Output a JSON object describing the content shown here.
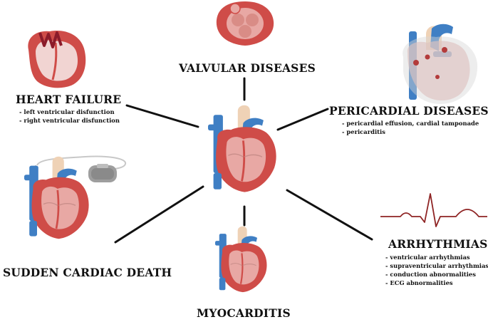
{
  "center_label": "",
  "nodes": {
    "valvular": {
      "title": "VALVULAR DISEASES",
      "items": []
    },
    "heart_failure": {
      "title": "HEART FAILURE",
      "items": [
        "left ventricular disfunction",
        "right ventricular disfunction"
      ]
    },
    "pericardial": {
      "title": "PERICARDIAL DISEASES",
      "items": [
        "pericardial effusion, cardial tamponade",
        "pericarditis"
      ]
    },
    "sudden_death": {
      "title": "SUDDEN CARDIAC DEATH",
      "items": []
    },
    "arrhythmias": {
      "title": "ARRHYTHMIAS",
      "items": [
        "ventricular arrhythmias",
        "supraventricular arrhythmias",
        "conduction abnormalities",
        "ECG abnormalities"
      ]
    },
    "myocarditis": {
      "title": "MYOCARDITIS",
      "items": []
    }
  },
  "colors": {
    "heart_red": "#cf4c48",
    "heart_pink": "#e8a8a4",
    "vessel_blue": "#3f7fc4",
    "aorta_beige": "#efd2b6",
    "ecg_line": "#8e2323",
    "connector": "#111111"
  }
}
